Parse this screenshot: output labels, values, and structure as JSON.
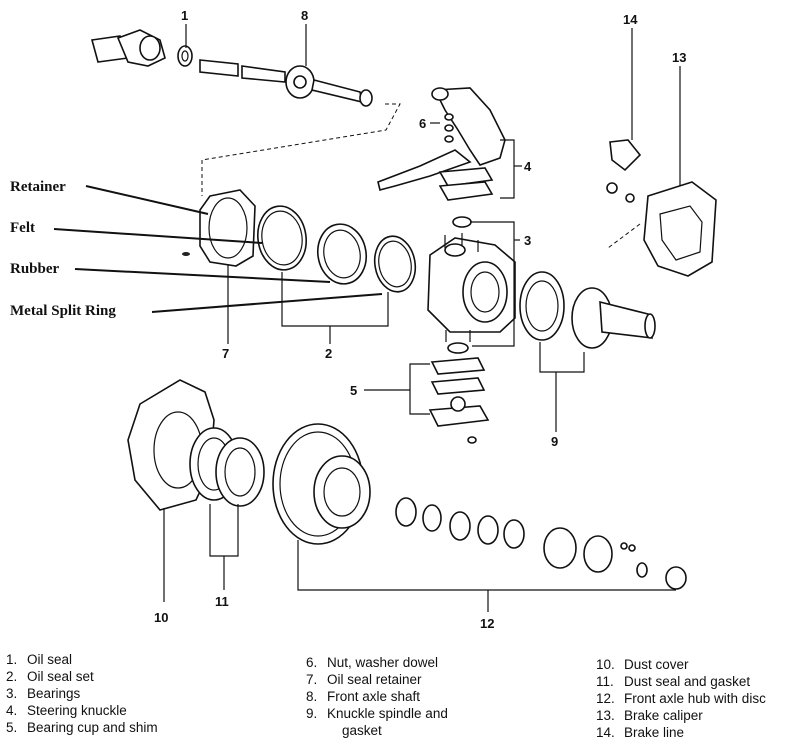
{
  "callouts": {
    "retainer": "Retainer",
    "felt": "Felt",
    "rubber": "Rubber",
    "metal_split_ring": "Metal Split Ring"
  },
  "part_numbers": {
    "n1": "1",
    "n8": "8",
    "n14": "14",
    "n13": "13",
    "n6": "6",
    "n4": "4",
    "n3": "3",
    "n7": "7",
    "n2": "2",
    "n5": "5",
    "n9": "9",
    "n10": "10",
    "n11": "11",
    "n12": "12"
  },
  "legend": {
    "col1": [
      {
        "num": "1.",
        "text": "Oil seal"
      },
      {
        "num": "2.",
        "text": "Oil seal set"
      },
      {
        "num": "3.",
        "text": "Bearings"
      },
      {
        "num": "4.",
        "text": "Steering knuckle"
      },
      {
        "num": "5.",
        "text": "Bearing cup and shim"
      }
    ],
    "col2": [
      {
        "num": "6.",
        "text": "Nut, washer dowel"
      },
      {
        "num": "7.",
        "text": "Oil seal retainer"
      },
      {
        "num": "8.",
        "text": "Front axle shaft"
      },
      {
        "num": "9.",
        "text": "Knuckle spindle and"
      },
      {
        "num": "",
        "text": "gasket"
      }
    ],
    "col3": [
      {
        "num": "10.",
        "text": "Dust cover"
      },
      {
        "num": "11.",
        "text": "Dust seal and gasket"
      },
      {
        "num": "12.",
        "text": "Front axle hub with disc"
      },
      {
        "num": "13.",
        "text": "Brake caliper"
      },
      {
        "num": "14.",
        "text": "Brake line"
      }
    ]
  }
}
